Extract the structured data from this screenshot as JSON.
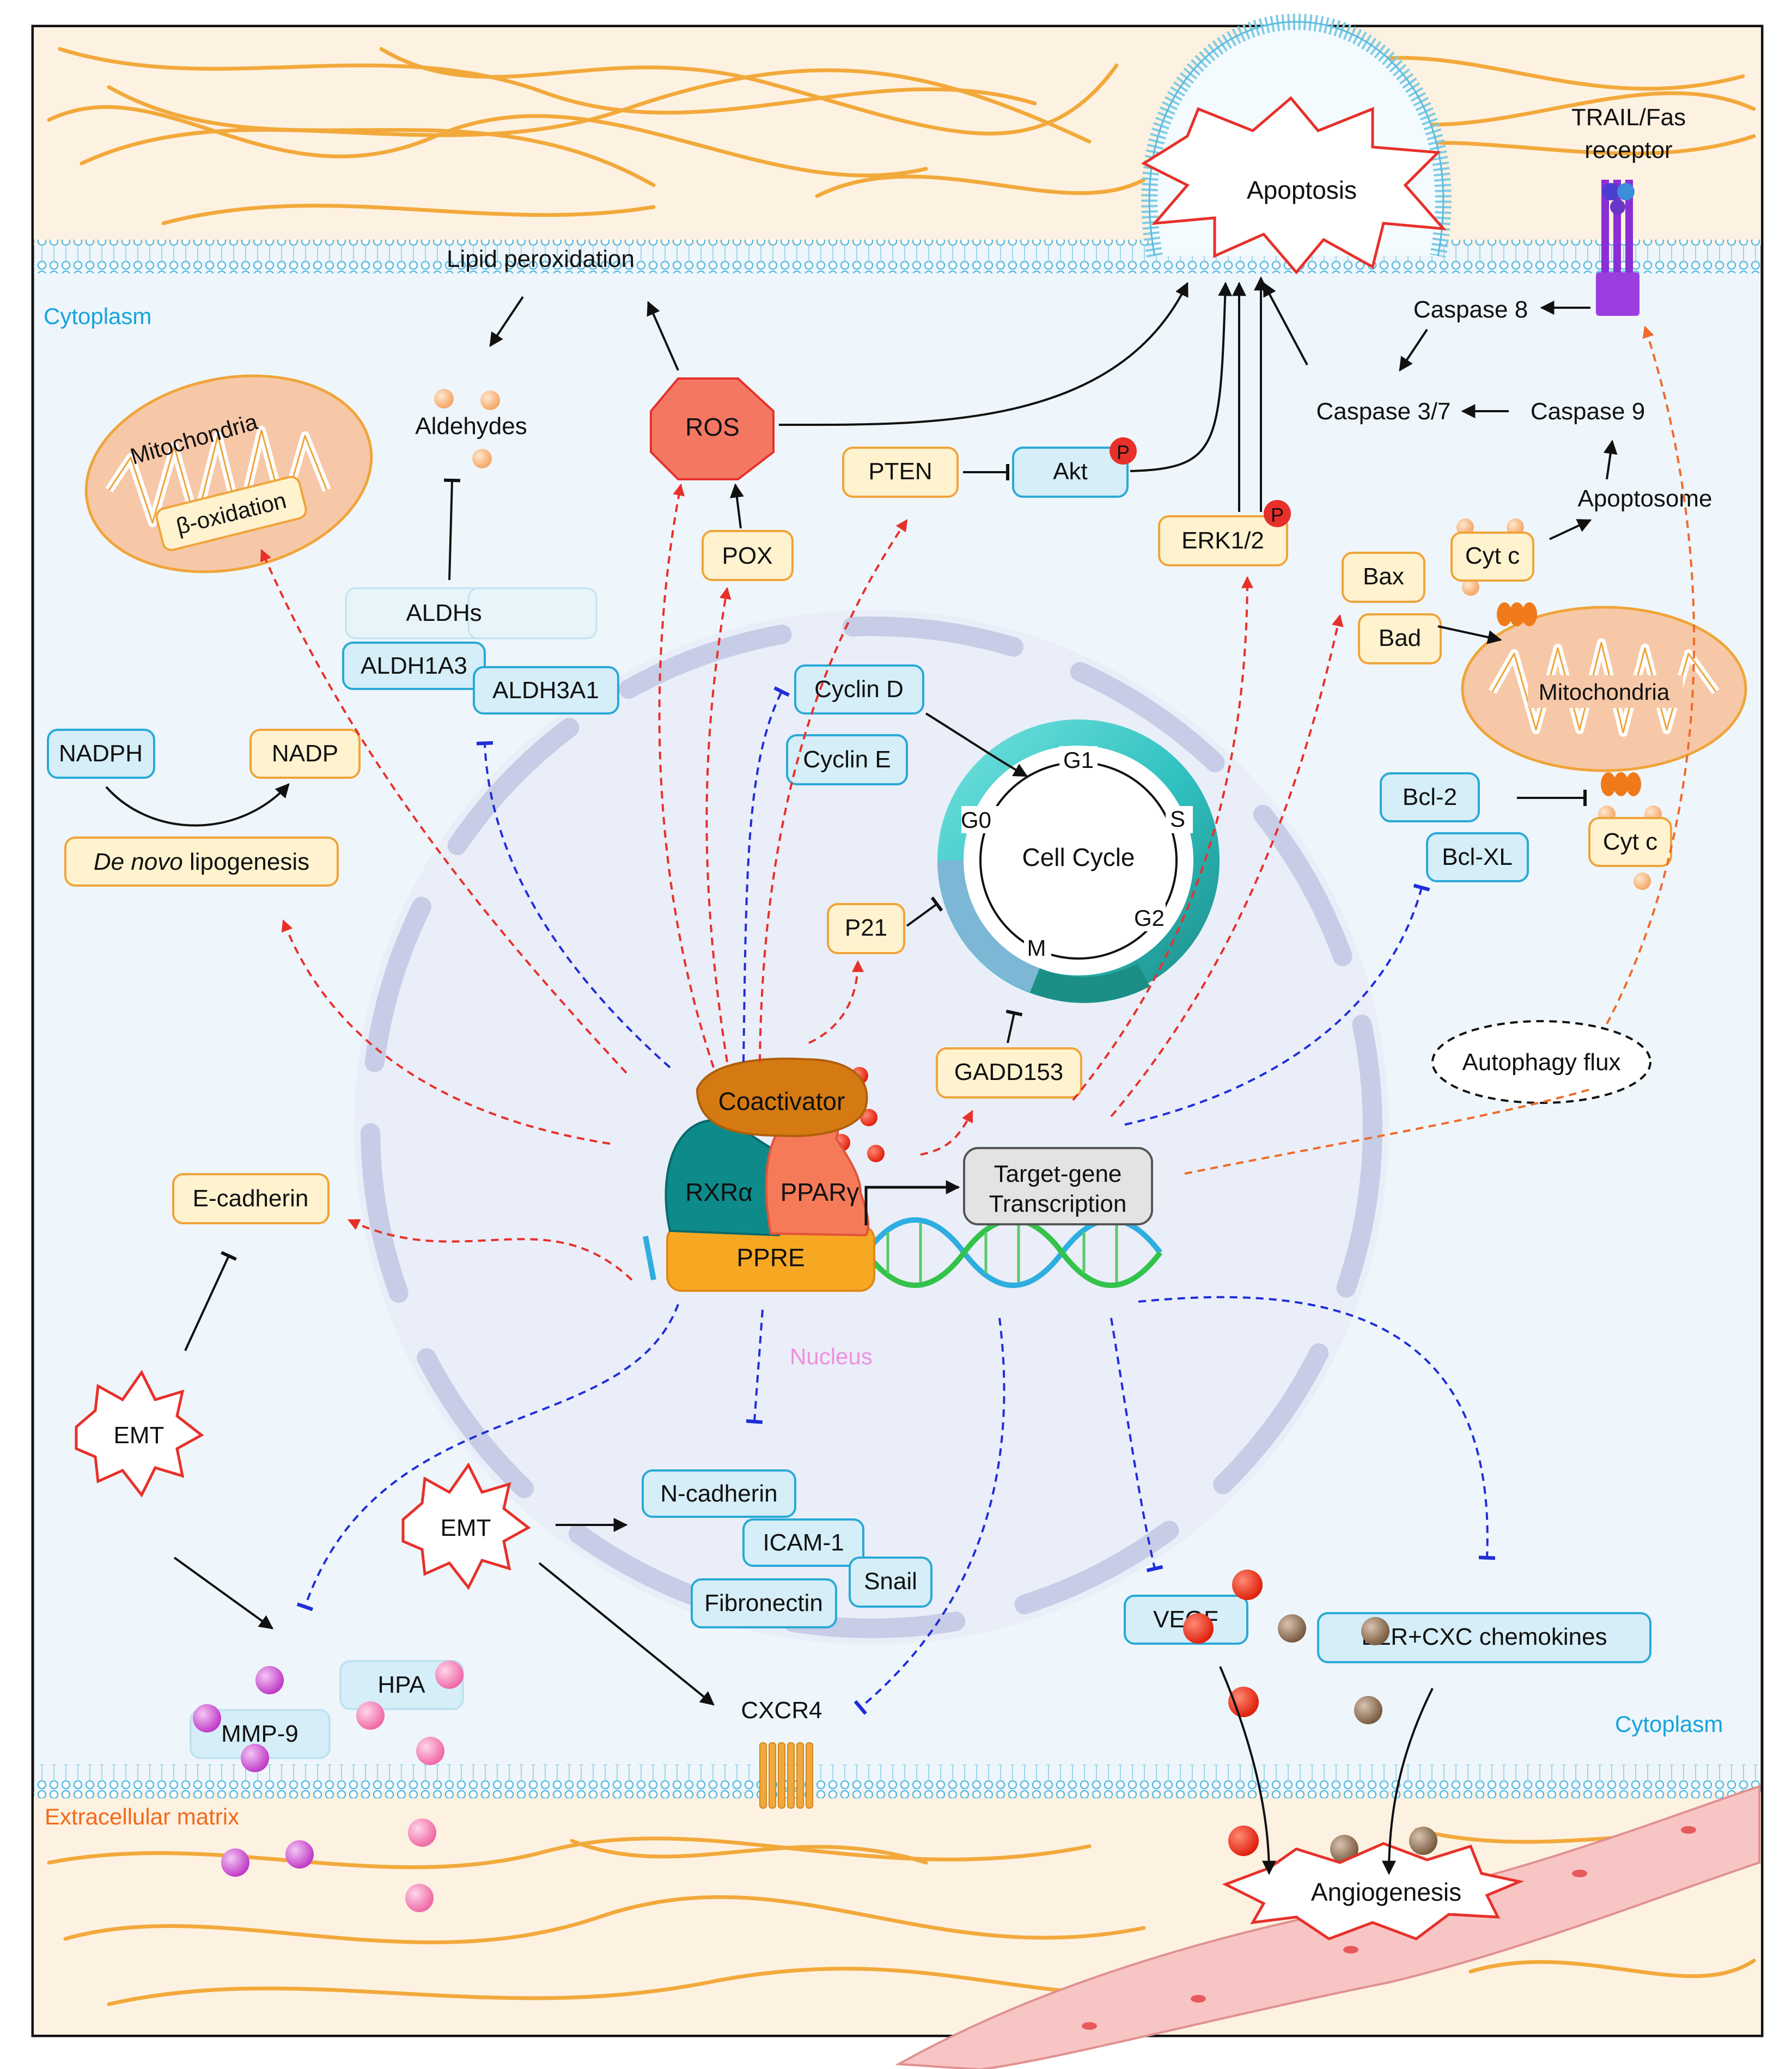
{
  "regions": {
    "cytoplasm_top": "Cytoplasm",
    "cytoplasm_bottom": "Cytoplasm",
    "extracellular": "Extracellular matrix",
    "nucleus": "Nucleus"
  },
  "top": {
    "lipid_peroxidation": "Lipid peroxidation",
    "apoptosis": "Apoptosis",
    "trail_receptor_line1": "TRAIL/Fas",
    "trail_receptor_line2": "receptor",
    "caspase8": "Caspase 8",
    "caspase37": "Caspase 3/7",
    "caspase9": "Caspase 9",
    "apoptosome": "Apoptosome",
    "aldehydes": "Aldehydes",
    "ros": "ROS",
    "pten": "PTEN",
    "akt": "Akt",
    "p_badge": "P",
    "erk": "ERK1/2",
    "pox": "POX",
    "mitochondria_left": "Mitochondria",
    "beta_oxidation": "β-oxidation",
    "aldhs": "ALDHs",
    "aldh1a3": "ALDH1A3",
    "aldh3a1": "ALDH3A1",
    "bax": "Bax",
    "bad": "Bad",
    "cytc_top": "Cyt c",
    "mitochondria_right": "Mitochondria",
    "bcl2": "Bcl-2",
    "bclxl": "Bcl-XL",
    "cytc_bottom": "Cyt c"
  },
  "middle": {
    "nadph": "NADPH",
    "nadp": "NADP",
    "de_novo_italic": "De novo",
    "lipogenesis": " lipogenesis",
    "cyclin_d": "Cyclin D",
    "cyclin_e": "Cyclin E",
    "cell_cycle": "Cell Cycle",
    "g1": "G1",
    "s": "S",
    "g2": "G2",
    "m": "M",
    "g0": "G0",
    "p21": "P21",
    "gadd153": "GADD153",
    "autophagy": "Autophagy flux",
    "coactivator": "Coactivator",
    "rxra": "RXRα",
    "pparg": "PPARγ",
    "ppre": "PPRE",
    "target_line1": "Target-gene",
    "target_line2": "Transcription",
    "e_cadherin": "E-cadherin"
  },
  "bottom": {
    "emt_left": "EMT",
    "emt_center": "EMT",
    "n_cadherin": "N-cadherin",
    "icam1": "ICAM-1",
    "snail": "Snail",
    "fibronectin": "Fibronectin",
    "hpa": "HPA",
    "mmp9": "MMP-9",
    "cxcr4": "CXCR4",
    "vegf": "VEGF",
    "elr": "ELR+CXC chemokines",
    "angiogenesis": "Angiogenesis"
  },
  "colors": {
    "cytoplasm_bg": "#eef6fb",
    "ecm_bg": "#fdf1e1",
    "membrane": "#7fcbe5",
    "fiber": "#f2a93b",
    "blue_box_fill": "#d5eef8",
    "blue_box_stroke": "#2aa9d6",
    "yellow_box_fill": "#fff2cf",
    "yellow_box_stroke": "#f0a43a",
    "activation_red": "#e8302a",
    "inhibition_blue": "#1f2ed8",
    "orange_dashed": "#f06a2a",
    "region_label_blue": "#17a3dc",
    "ecm_label_orange": "#f26a1b",
    "nucleus_label_pink": "#f08fe0"
  }
}
